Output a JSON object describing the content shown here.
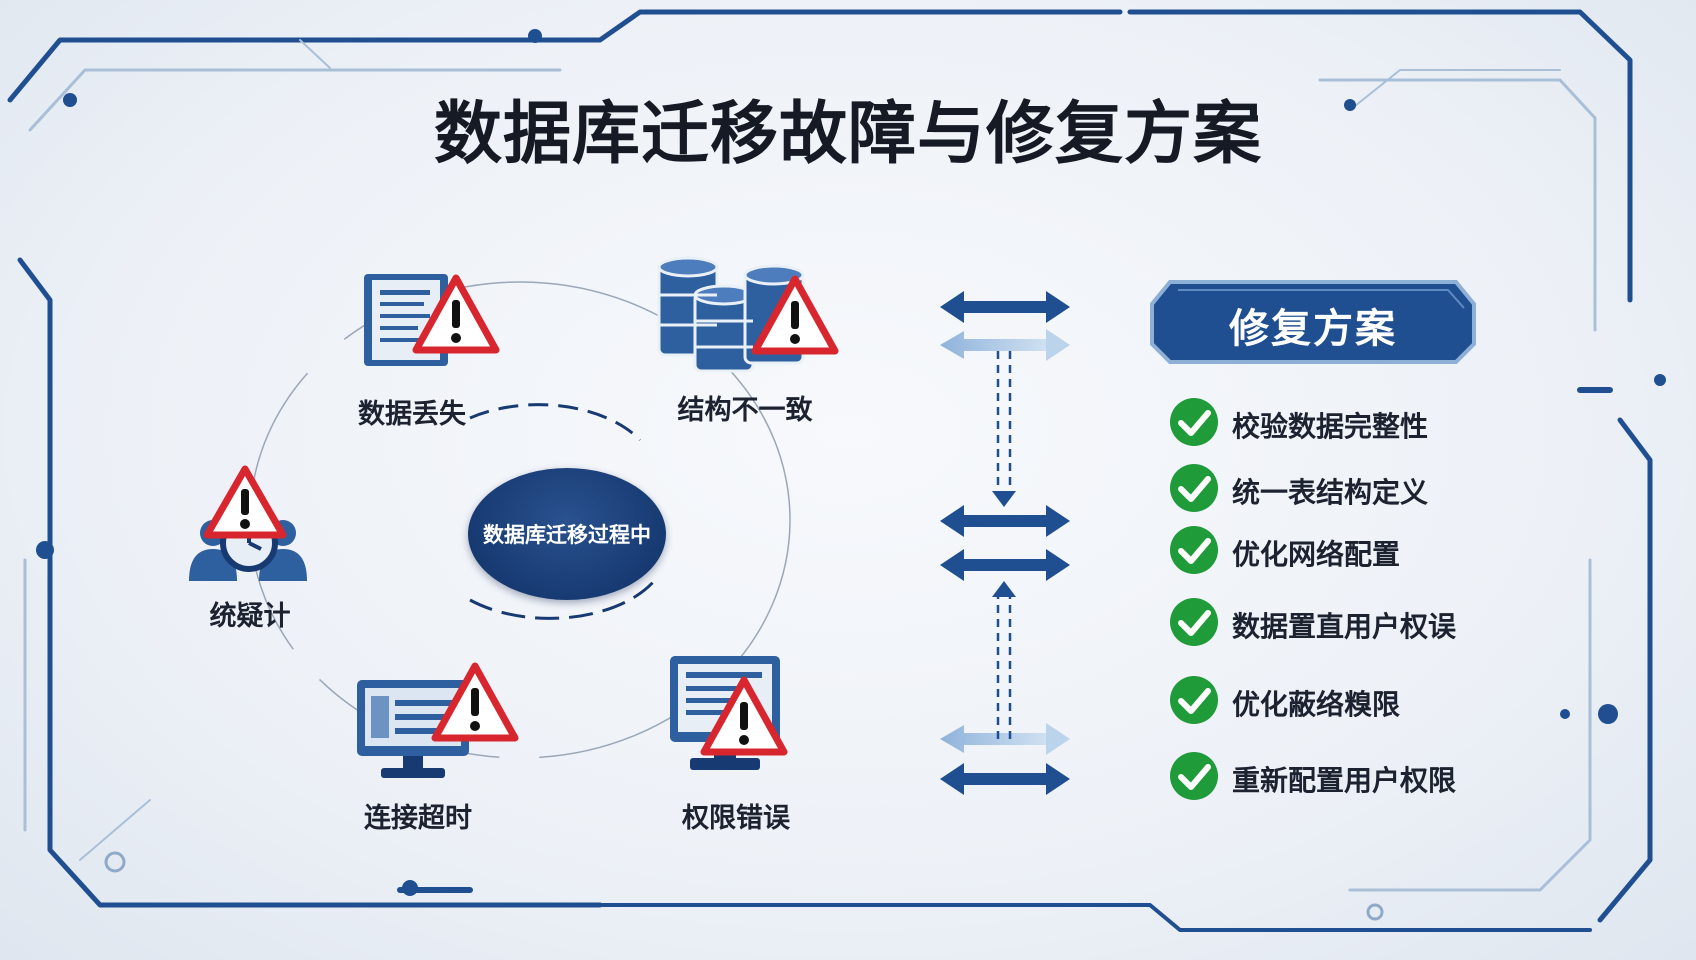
{
  "title": "数据库迁移故障与修复方案",
  "center_label": "数据库迁移过程中",
  "faults": [
    {
      "id": "data-loss",
      "label": "数据丢失",
      "icon": "document-warning-icon"
    },
    {
      "id": "schema-mismatch",
      "label": "结构不一致",
      "icon": "database-warning-icon"
    },
    {
      "id": "unknown",
      "label": "统疑计",
      "icon": "users-clock-warning-icon"
    },
    {
      "id": "timeout",
      "label": "连接超时",
      "icon": "monitor-warning-icon"
    },
    {
      "id": "permission",
      "label": "权限错误",
      "icon": "computer-warning-icon"
    }
  ],
  "solutions": {
    "header": "修复方案",
    "items": [
      "校验数据完整性",
      "统一表结构定义",
      "优化网络配置",
      "数据置直用户权误",
      "优化蔽络糗限",
      "重新配置用户权限"
    ]
  },
  "colors": {
    "navy": "#173a72",
    "blue": "#2e5f9e",
    "warning_red": "#d8262f",
    "check_green": "#1f9b3a"
  }
}
